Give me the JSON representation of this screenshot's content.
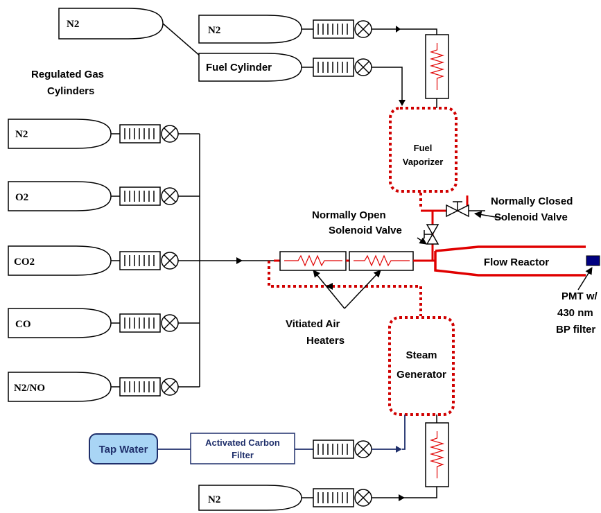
{
  "labels": {
    "regulated_gas_cylinders_line1": "Regulated Gas",
    "regulated_gas_cylinders_line2": "Cylinders",
    "fuel_vaporizer_line1": "Fuel",
    "fuel_vaporizer_line2": "Vaporizer",
    "normally_closed_line1": "Normally Closed",
    "normally_closed_line2": "Solenoid Valve",
    "normally_open_line1": "Normally Open",
    "normally_open_line2": "Solenoid Valve",
    "flow_reactor": "Flow Reactor",
    "pmt_line1": "PMT w/",
    "pmt_line2": "430 nm",
    "pmt_line3": "BP filter",
    "vitiated_line1": "Vitiated Air",
    "vitiated_line2": "Heaters",
    "steam_line1": "Steam",
    "steam_line2": "Generator",
    "tap_water": "Tap Water",
    "carbon_filter_line1": "Activated Carbon",
    "carbon_filter_line2": "Filter"
  },
  "cylinders": {
    "top_n2": "N2",
    "fuel_n2": "N2",
    "fuel_cylinder": "Fuel Cylinder",
    "gas_n2": "N2",
    "gas_o2": "O2",
    "gas_co2": "CO2",
    "gas_co": "CO",
    "gas_n2no": "N2/NO",
    "bottom_n2": "N2"
  },
  "colors": {
    "heated_line": "#e00000",
    "water_line": "#1f2f6b",
    "tap_water_fill": "#a9d5f5",
    "pmt_fill": "#000080"
  }
}
